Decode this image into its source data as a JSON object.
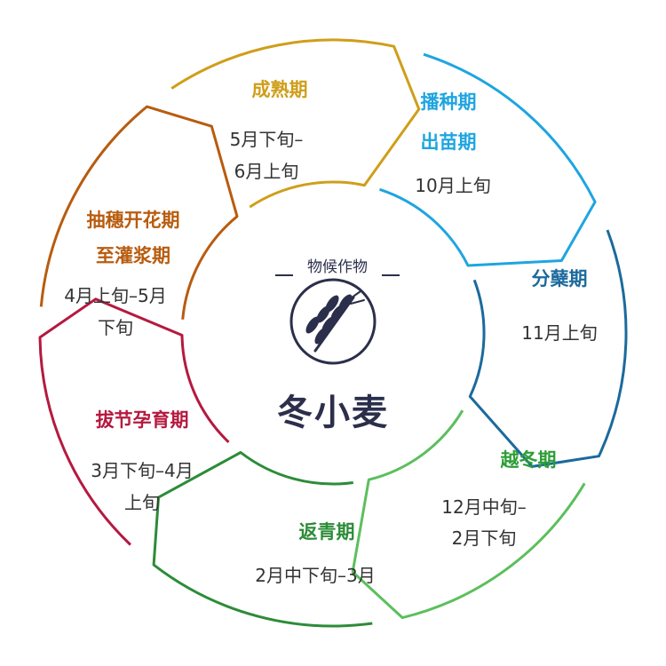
{
  "center": {
    "subtitle": "物候作物",
    "title": "冬小麦",
    "icon": "wheat-icon",
    "color": "#2b2f4b"
  },
  "stages": [
    {
      "title": [
        "播种期",
        "出苗期"
      ],
      "date": [
        "10月上旬"
      ],
      "color": "#1ea5e0",
      "icon": ""
    },
    {
      "title": [
        "分蘖期"
      ],
      "date": [
        "11月上旬"
      ],
      "color": "#1b6a9c"
    },
    {
      "title": [
        "越冬期"
      ],
      "date": [
        "12月中旬–",
        "2月下旬"
      ],
      "color": "#5cbf5c"
    },
    {
      "title": [
        "返青期"
      ],
      "date": [
        "2月中下旬–3月"
      ],
      "color": "#2c8c38"
    },
    {
      "title": [
        "拔节孕育期"
      ],
      "date": [
        "3月下旬–4月",
        "上旬"
      ],
      "color": "#b5193f"
    },
    {
      "title": [
        "抽穗开花期",
        "至灌浆期"
      ],
      "date": [
        "4月上旬–5月",
        "下旬"
      ],
      "color": "#b85c0f"
    },
    {
      "title": [
        "成熟期"
      ],
      "date": [
        "5月下旬–",
        "6月上旬"
      ],
      "color": "#cf9e1a"
    }
  ]
}
